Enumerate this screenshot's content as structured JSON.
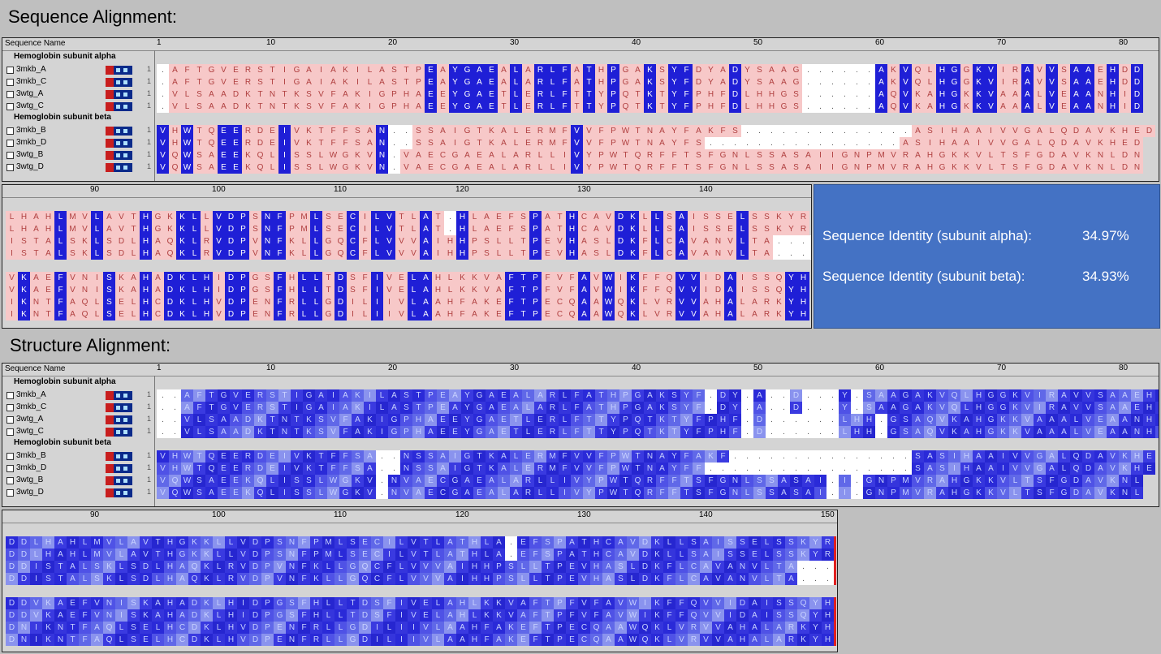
{
  "titles": {
    "sequence": "Sequence Alignment:",
    "structure": "Structure Alignment:"
  },
  "header_label": "Sequence Name",
  "groups": {
    "alpha": "Hemoglobin subunit alpha",
    "beta": "Hemoglobin subunit beta"
  },
  "row_start": "1",
  "ruler_ticks_top": [
    "1",
    "10",
    "20",
    "30",
    "40",
    "50",
    "60",
    "70",
    "80"
  ],
  "ruler_ticks_bottom_seq": [
    "90",
    "100",
    "110",
    "120",
    "130",
    "140"
  ],
  "ruler_ticks_bottom_struct": [
    "90",
    "100",
    "110",
    "120",
    "130",
    "140",
    "150"
  ],
  "identity": {
    "alpha_label": "Sequence Identity (subunit alpha):",
    "alpha_value": "34.97%",
    "beta_label": "Sequence Identity (subunit beta):",
    "beta_value": "34.93%"
  },
  "colors": {
    "blue": "#1f1fd6",
    "pink": "#f7c8c8",
    "red": "#ee3030",
    "lightblue": "#b8c4f2",
    "white": "#ffffff",
    "panel": "#d4d4d4",
    "info": "#4472c4"
  },
  "sequence_alignment": {
    "alpha": [
      {
        "name": "3mkb_A",
        "top": ".AFTGVERSTIGAIAKILASTPEAYGAEALARLFATHPGAKSYFDYADYSAAG......AKVQLHGGKVIRAVVSAAEHDD",
        "bottom": "LHAHLMVLAVTHGKKLLVDPSNFPMLSECILVTLAT.HLAEFSPATHCAVDKLLSAISSELSSKYR"
      },
      {
        "name": "3mkb_C",
        "top": ".AFTGVERSTIGAIAKILASTPEAYGAEALARLFATHPGAKSYFDYADYSAAG......AKVQLHGGKVIRAVVSAAEHDD",
        "bottom": "LHAHLMVLAVTHGKKLLVDPSNFPMLSECILVTLAT.HLAEFSPATHCAVDKLLSAISSELSSKYR"
      },
      {
        "name": "3wtg_A",
        "top": ".VLSAADKTNTKSVFAKIGPHAEEYGAETLERLFTTYPQTKTYFPHFDLHHGS......AQVKAHGKKVAAALVEAANHID",
        "bottom": "ISTALSKLSDLHAQKLRVDPVNFKLLGQCFLVVVAIHHPSLLTPEVHASLDKFLCAVANVLTA...."
      },
      {
        "name": "3wtg_C",
        "top": ".VLSAADKTNTKSVFAKIGPHAEEYGAETLERLFTTYPQTKTYFPHFDLHHGS......AQVKAHGKKVAAALVEAANHID",
        "bottom": "ISTALSKLSDLHAQKLRVDPVNFKLLGQCFLVVVAIHHPSLLTPEVHASLDKFLCAVANVLTA...."
      }
    ],
    "beta": [
      {
        "name": "3mkb_B",
        "top": "VHWTQEERDEIVKTFFSAN..SSAIGTKALERMFVVFPWTNAYFAKFS..............ASIHAAIVVGALQDAVKHED",
        "bottom": "VKAEFVNISKAHADKLHIDPGSFHLLTDSFIVELAHLKKVAFTPFVFAVWIKFFQVVIDAISSQYH"
      },
      {
        "name": "3mkb_D",
        "top": "VHWTQEERDEIVKTFFSAN..SSAIGTKALERMFVVFPWTNAYFS................ASIHAAIVVGALQDAVKHED",
        "bottom": "VKAEFVNISKAHADKLHIDPGSFHLLTDSFIVELAHLKKVAFTPFVFAVWIKFFQVVIDAISSQYH"
      },
      {
        "name": "3wtg_B",
        "top": "VQWSAEEKQLISSLWGKVN.VAECGAEALARLLIVYPWTQRFFTSFGNLSSASAIIGNPMVRAHGKKVLTSFGDAVKNLDN",
        "bottom": "IKNTFAQLSELHCDKLHVDPENFRLLGDILIIVLAAHFAKEFTPECQAAWQKLVRVVAHALARKYH"
      },
      {
        "name": "3wtg_D",
        "top": "VQWSAEEKQLISSLWGKVN.VAECGAEALARLLIVYPWTQRFFTSFGNLSSASAIIGNPMVRAHGKKVLTSFGDAVKNLDN",
        "bottom": "IKNTFAQLSELHCDKLHVDPENFRLLGDILIIVLAAHFAKEFTPECQAAWQKLVRVVAHALARKYH"
      }
    ]
  },
  "structure_alignment": {
    "alpha": [
      {
        "name": "3mkb_A",
        "top": "..AFTGVERSTIGAIAKILASTPEAYGAEALARLFATHPGAKSYF.DY.A..D...Y.SAAGAKVQLHGGKVIRAVVSAAEHD",
        "bottom": "DDLHAHLMVLAVTHGKKLLVDPSNFPMLSECILVTLATHLA.EFSPATHCAVDKLLSAISSELSSKYR"
      },
      {
        "name": "3mkb_C",
        "top": "..AFTGVERSTIGAIAKILASTPEAYGAEALARLFATHPGAKSYF.DY.A..D...Y.SAAGAKVQLHGGKVIRAVVSAAEHD",
        "bottom": "DDLHAHLMVLAVTHGKKLLVDPSNFPMLSECILVTLATHLA.EFSPATHCAVDKLLSAISSELSSKYR"
      },
      {
        "name": "3wtg_A",
        "top": "..VLSAADKTNTKSVFAKIGPHAEEYGAETLERLFTTYPQTKTYFPHF.D......LHH.GSAQVKAHGKKVAAALVEAANHI",
        "bottom": "DDISTALSKLSDLHAQKLRVDPVNFKLLGQCFLVVVAIHHPSLLTPEVHASLDKFLCAVANVLTA..."
      },
      {
        "name": "3wtg_C",
        "top": "..VLSAADKTNTKSVFAKIGPHAEEYGAETLERLFTTYPQTKTYFPHF.D......LHH.GSAQVKAHGKKVAAALVEAANHI",
        "bottom": "DDISTALSKLSDLHAQKLRVDPVNFKLLGQCFLVVVAIHHPSLLTPEVHASLDKFLCAVANVLTA..."
      }
    ],
    "beta": [
      {
        "name": "3mkb_B",
        "top": "VHWTQEERDEIVKTFFSA..NSSAIGTKALERMFVVFPWTNAYFAKF...............SASIHAAIVVGALQDAVKHE",
        "bottom": "DDVKAEFVNISKAHADKLHIDPGSFHLLTDSFIVELAHLKKVAFTPFVFAVWIKFFQVVIDAISSQYH"
      },
      {
        "name": "3mkb_D",
        "top": "VHWTQEERDEIVKTFFSA..NSSAIGTKALERMFVVFPWTNAYFF.................SASIHAAIVVGALQDAVKHE",
        "bottom": "DDVKAEFVNISKAHADKLHIDPGSFHLLTDSFIVELAHLKKVAFTPFVFAVWIKFFQVVIDAISSQYH"
      },
      {
        "name": "3wtg_B",
        "top": "VQWSAEEKQLISSLWGKV.NVAECGAEALARLLIVYPWTQRFFTSFGNLSSASAI.I.GNPMVRAHGKKVLTSFGDAVKNL",
        "bottom": "DNIKNTFAQLSELHCDKLHVDPENFRLLGDILIIVLAAHFAKEFTPECQAAWQKLVRVVAHALARKYH"
      },
      {
        "name": "3wtg_D",
        "top": "VQWSAEEKQLISSLWGKV.NVAECGAEALARLLIVYPWTQRFFTSFGNLSSASAI.I.GNPMVRAHGKKVLTSFGDAVKNL",
        "bottom": "DNIKNTFAQLSELHCDKLHVDPENFRLLGDILIIVLAAHFAKEFTPECQAAWQKLVRVVAHALARKYH"
      }
    ]
  }
}
